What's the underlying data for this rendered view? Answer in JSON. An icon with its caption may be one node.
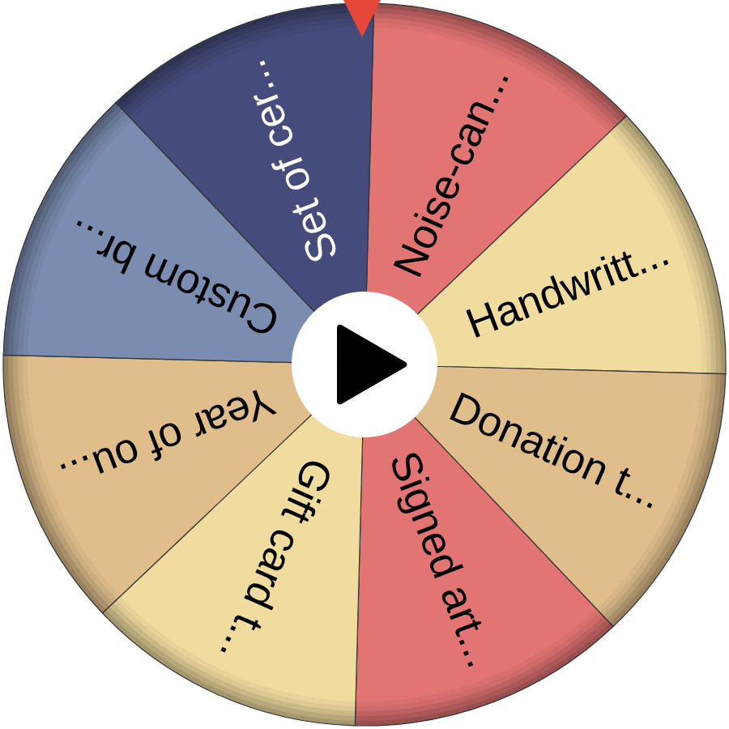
{
  "diagram": {
    "nodes": [
      {
        "text": [
          "Noise-can..."
        ]
      },
      {
        "text": [
          "Handwritt..."
        ]
      },
      {
        "text": [
          "Donation t..."
        ]
      },
      {
        "text": [
          "Signed art..."
        ]
      },
      {
        "text": [
          "Gift card t..."
        ]
      },
      {
        "text": [
          "Year of ou..."
        ]
      },
      {
        "text": [
          "Custom br..."
        ]
      },
      {
        "text": [
          "Set of cer..."
        ]
      }
    ]
  }
}
